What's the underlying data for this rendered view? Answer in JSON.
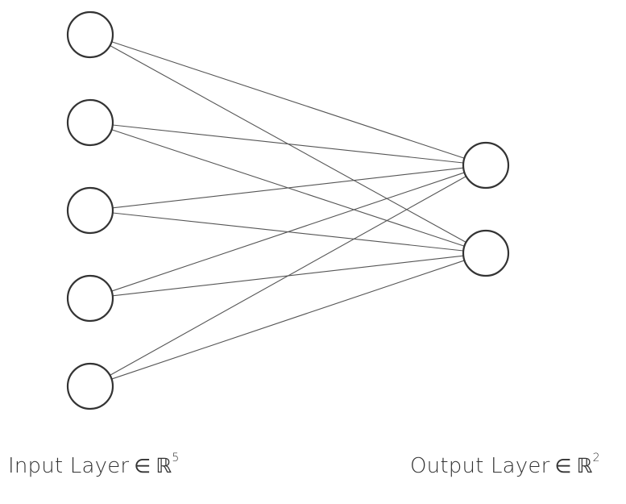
{
  "diagram": {
    "input_layer": {
      "label": "Input Layer",
      "symbol": "∈",
      "space": "ℝ",
      "dimension": "5",
      "node_count": 5
    },
    "output_layer": {
      "label": "Output Layer",
      "symbol": "∈",
      "space": "ℝ",
      "dimension": "2",
      "node_count": 2
    },
    "connectivity": "fully-connected",
    "colors": {
      "node_stroke": "#333333",
      "edge_stroke": "#555555",
      "node_fill": "#ffffff",
      "text": "#333333"
    }
  }
}
